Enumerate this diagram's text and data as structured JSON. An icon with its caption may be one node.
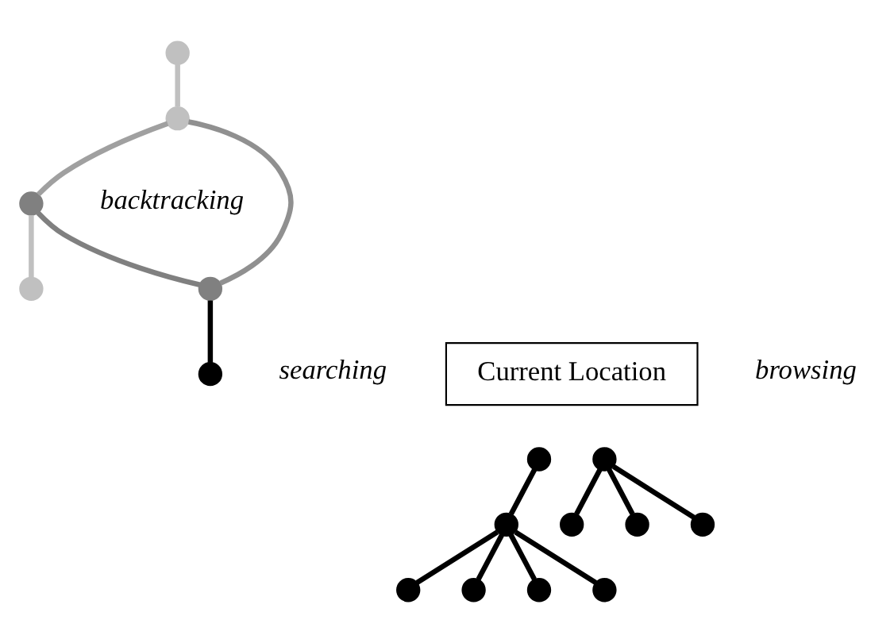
{
  "diagram": {
    "nodes": [
      {
        "text": [
          "Current Location"
        ]
      },
      {
        "text": [],
        "shape": "circle"
      },
      {
        "text": [],
        "shape": "circle"
      },
      {
        "text": [],
        "shape": "circle"
      },
      {
        "text": [],
        "shape": "circle"
      },
      {
        "text": [],
        "shape": "circle"
      },
      {
        "text": [],
        "shape": "circle"
      },
      {
        "text": [],
        "shape": "circle"
      },
      {
        "text": [],
        "shape": "circle"
      },
      {
        "text": [],
        "shape": "circle"
      },
      {
        "text": [],
        "shape": "circle"
      },
      {
        "text": [],
        "shape": "circle"
      },
      {
        "text": [],
        "shape": "circle"
      },
      {
        "text": [],
        "shape": "circle"
      },
      {
        "text": [],
        "shape": "circle"
      },
      {
        "text": [],
        "shape": "circle"
      },
      {
        "text": [],
        "shape": "circle"
      }
    ],
    "edges": [
      {
        "from": 1,
        "to": 2,
        "arrow": "none",
        "color": "#c0c0c0"
      },
      {
        "from": 2,
        "to": 3,
        "arrow": "none",
        "color": "#a0a0a0"
      },
      {
        "from": 3,
        "to": 4,
        "arrow": "none",
        "color": "#c0c0c0"
      },
      {
        "from": 2,
        "to": 5,
        "arrow": "none",
        "color": "#909090"
      },
      {
        "from": 3,
        "to": 5,
        "arrow": "none",
        "color": "#808080"
      },
      {
        "from": 5,
        "to": 6,
        "arrow": "none"
      },
      {
        "from": 8,
        "to": 12,
        "arrow": "none"
      },
      {
        "from": 12,
        "to": 7,
        "arrow": "none"
      },
      {
        "from": 12,
        "to": 11,
        "arrow": "none"
      },
      {
        "from": 12,
        "to": 14,
        "arrow": "none"
      },
      {
        "from": 12,
        "to": 16,
        "arrow": "none"
      },
      {
        "from": 9,
        "to": 10,
        "arrow": "none"
      },
      {
        "from": 9,
        "to": 13,
        "arrow": "none"
      },
      {
        "from": 9,
        "to": 15,
        "arrow": "none"
      }
    ],
    "labels": [
      "backtracking",
      "searching",
      "browsing"
    ]
  }
}
